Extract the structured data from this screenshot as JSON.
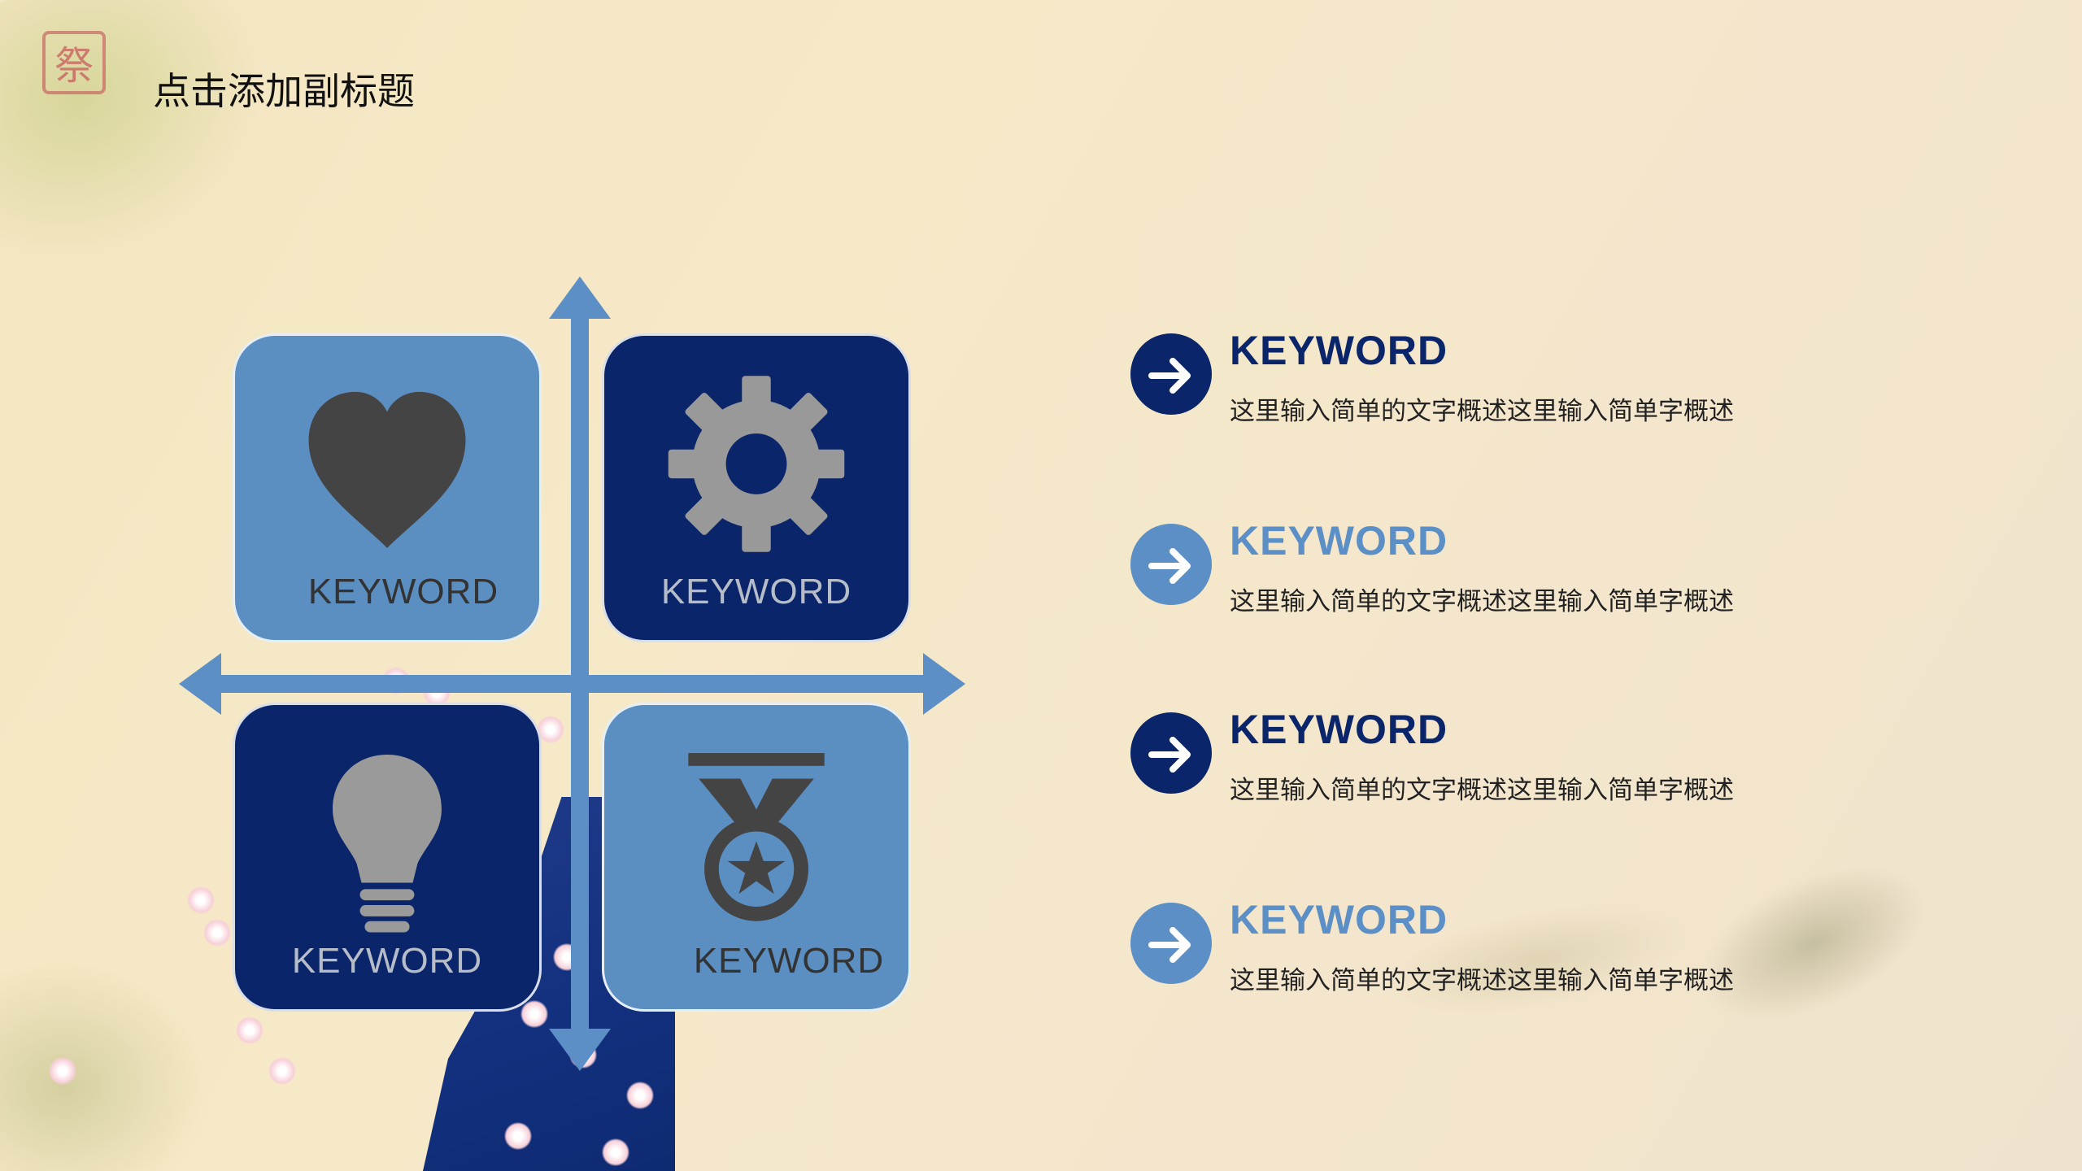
{
  "header": {
    "seal_glyph": "祭",
    "title": "点击添加副标题"
  },
  "colors": {
    "dark_blue": "#0a2569",
    "light_blue": "#5b8fc6",
    "icon_gray": "#999999",
    "icon_dark": "#444444"
  },
  "quadrants": [
    {
      "label": "KEYWORD",
      "icon": "heart-icon"
    },
    {
      "label": "KEYWORD",
      "icon": "gear-icon"
    },
    {
      "label": "KEYWORD",
      "icon": "lightbulb-icon"
    },
    {
      "label": "KEYWORD",
      "icon": "medal-icon"
    }
  ],
  "items": [
    {
      "keyword": "KEYWORD",
      "description": "这里输入简单的文字概述这里输入简单字概述",
      "icon": "arrow-right-icon"
    },
    {
      "keyword": "KEYWORD",
      "description": "这里输入简单的文字概述这里输入简单字概述",
      "icon": "arrow-right-icon"
    },
    {
      "keyword": "KEYWORD",
      "description": "这里输入简单的文字概述这里输入简单字概述",
      "icon": "arrow-right-icon"
    },
    {
      "keyword": "KEYWORD",
      "description": "这里输入简单的文字概述这里输入简单字概述",
      "icon": "arrow-right-icon"
    }
  ]
}
